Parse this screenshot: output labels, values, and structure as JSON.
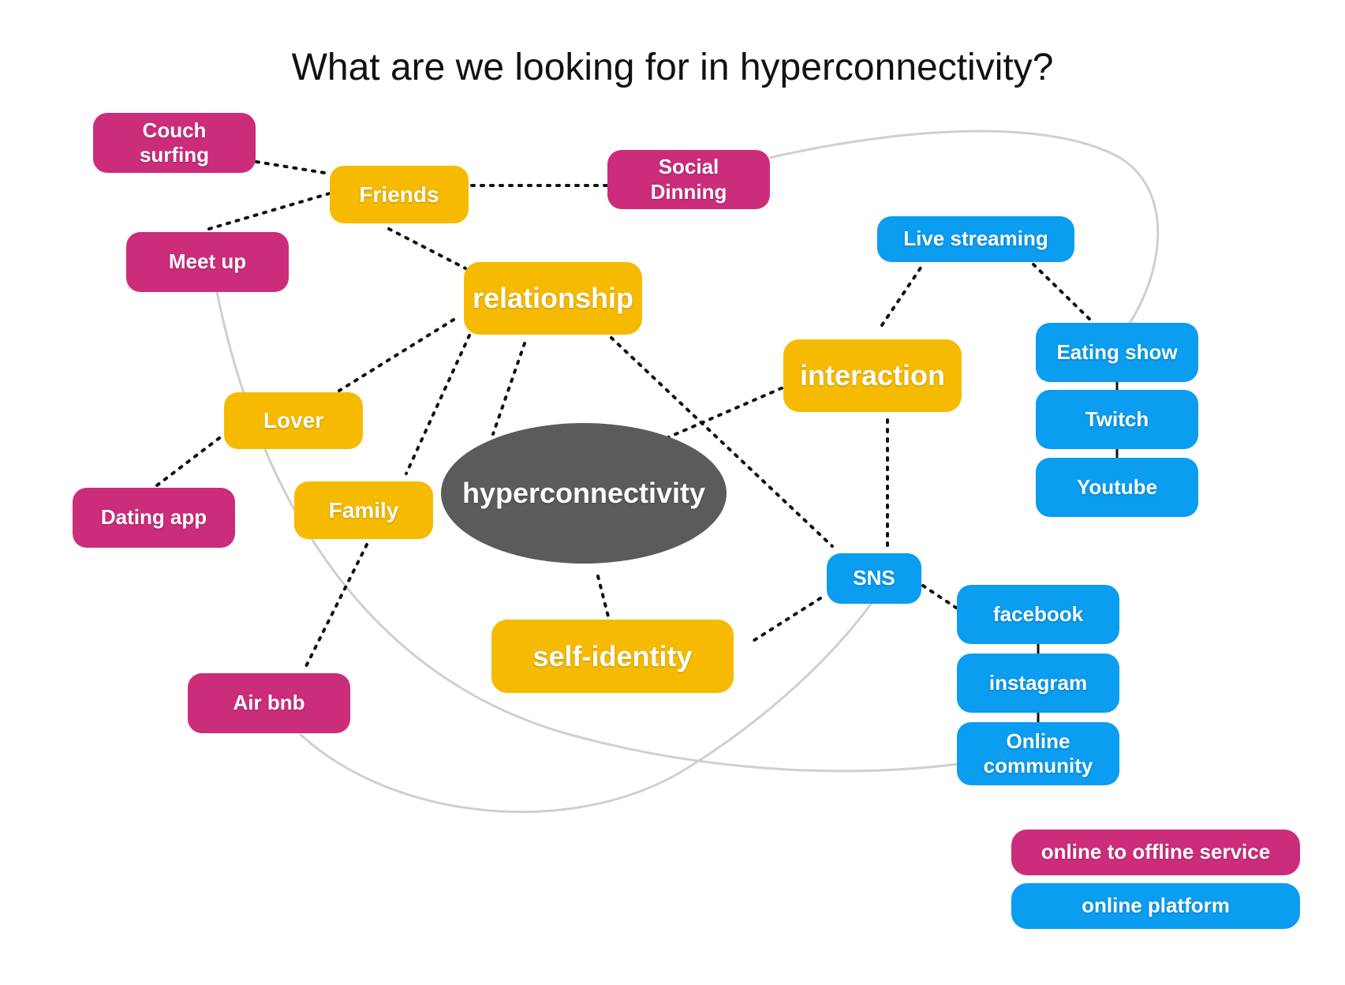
{
  "title": "What are we looking for in hyperconnectivity?",
  "colors": {
    "online_to_offline": "#cc2d7b",
    "core_theme": "#f6bb00",
    "online_platform": "#0a9df0",
    "center": "#5b5b5b"
  },
  "nodes": {
    "hyperconnectivity": "hyperconnectivity",
    "relationship": "relationship",
    "interaction": "interaction",
    "self_identity": "self-identity",
    "friends": "Friends",
    "lover": "Lover",
    "family": "Family",
    "couch_surfing": "Couch\nsurfing",
    "meet_up": "Meet up",
    "social_dinning": "Social\nDinning",
    "dating_app": "Dating app",
    "air_bnb": "Air bnb",
    "live_streaming": "Live streaming",
    "eating_show": "Eating show",
    "twitch": "Twitch",
    "youtube": "Youtube",
    "sns": "SNS",
    "facebook": "facebook",
    "instagram": "instagram",
    "online_community": "Online\ncommunity"
  },
  "legend": {
    "online_to_offline": "online to offline service",
    "online_platform": "online platform"
  }
}
